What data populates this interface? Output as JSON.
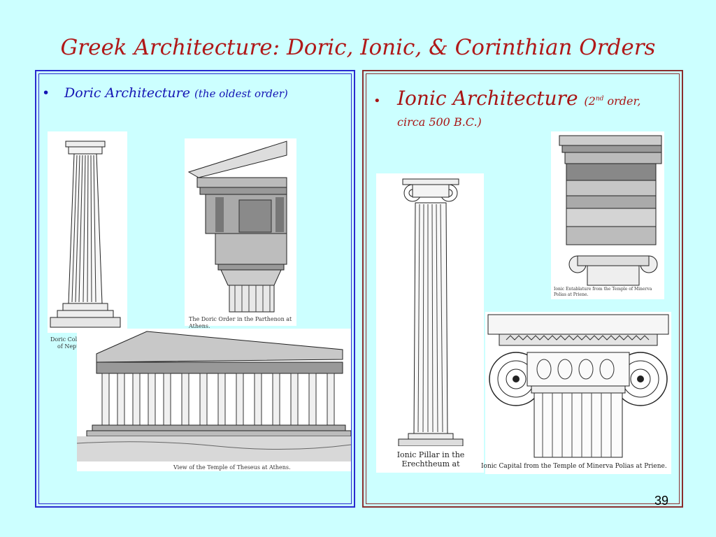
{
  "slide": {
    "title": "Greek Architecture: Doric, Ionic, & Corinthian Orders",
    "page_number": "39"
  },
  "left_panel": {
    "bullet_main": "Doric Architecture",
    "bullet_sub": "(the oldest order)",
    "captions": {
      "column": "Doric Colu",
      "column_line2": "of Nept",
      "parthenon": "The Doric Order in the Parthenon at Athens.",
      "temple": "View of the Temple of Theseus at Athens."
    }
  },
  "right_panel": {
    "bullet_main": "Ionic Architecture",
    "bullet_sub_prefix": "(2",
    "bullet_sup": "nd",
    "bullet_sub_suffix": " order,",
    "bullet_sub_line2": "circa 500 B.C.)",
    "captions": {
      "pillar": "Ionic Pillar in the",
      "pillar_line2": "Erechtheum at",
      "entablature": "Ionic Entablature from the Temple of Minerva Polias at Priene.",
      "capital": "Ionic Capital from the Temple of Minerva Polias at Priene."
    }
  }
}
